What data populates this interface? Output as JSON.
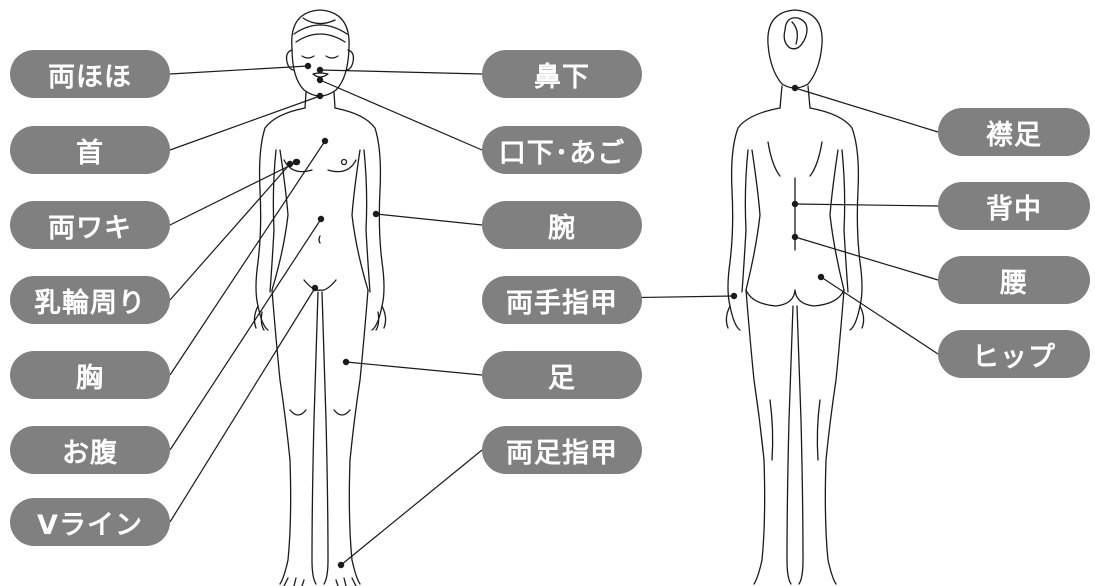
{
  "diagram": {
    "front_labels": [
      {
        "id": "ryo-hoho",
        "text": "両ほほ"
      },
      {
        "id": "kubi",
        "text": "首"
      },
      {
        "id": "ryo-waki",
        "text": "両ワキ"
      },
      {
        "id": "nyurin-mawari",
        "text": "乳輪周り"
      },
      {
        "id": "mune",
        "text": "胸"
      },
      {
        "id": "onaka",
        "text": "お腹"
      },
      {
        "id": "v-line",
        "text": "Vライン"
      },
      {
        "id": "hana-shita",
        "text": "鼻下"
      },
      {
        "id": "kuchi-shita-ago",
        "text": "口下･あご"
      },
      {
        "id": "ude",
        "text": "腕"
      },
      {
        "id": "ryote-yubi-ko",
        "text": "両手指甲"
      },
      {
        "id": "ashi",
        "text": "足"
      },
      {
        "id": "ryoashi-yubi-ko",
        "text": "両足指甲"
      }
    ],
    "back_labels": [
      {
        "id": "erikashi",
        "text": "襟足"
      },
      {
        "id": "senaka",
        "text": "背中"
      },
      {
        "id": "koshi",
        "text": "腰"
      },
      {
        "id": "hippu",
        "text": "ヒップ"
      }
    ],
    "colors": {
      "pill": "#808080",
      "pill_text": "#ffffff",
      "line": "#1a1a1a"
    }
  }
}
